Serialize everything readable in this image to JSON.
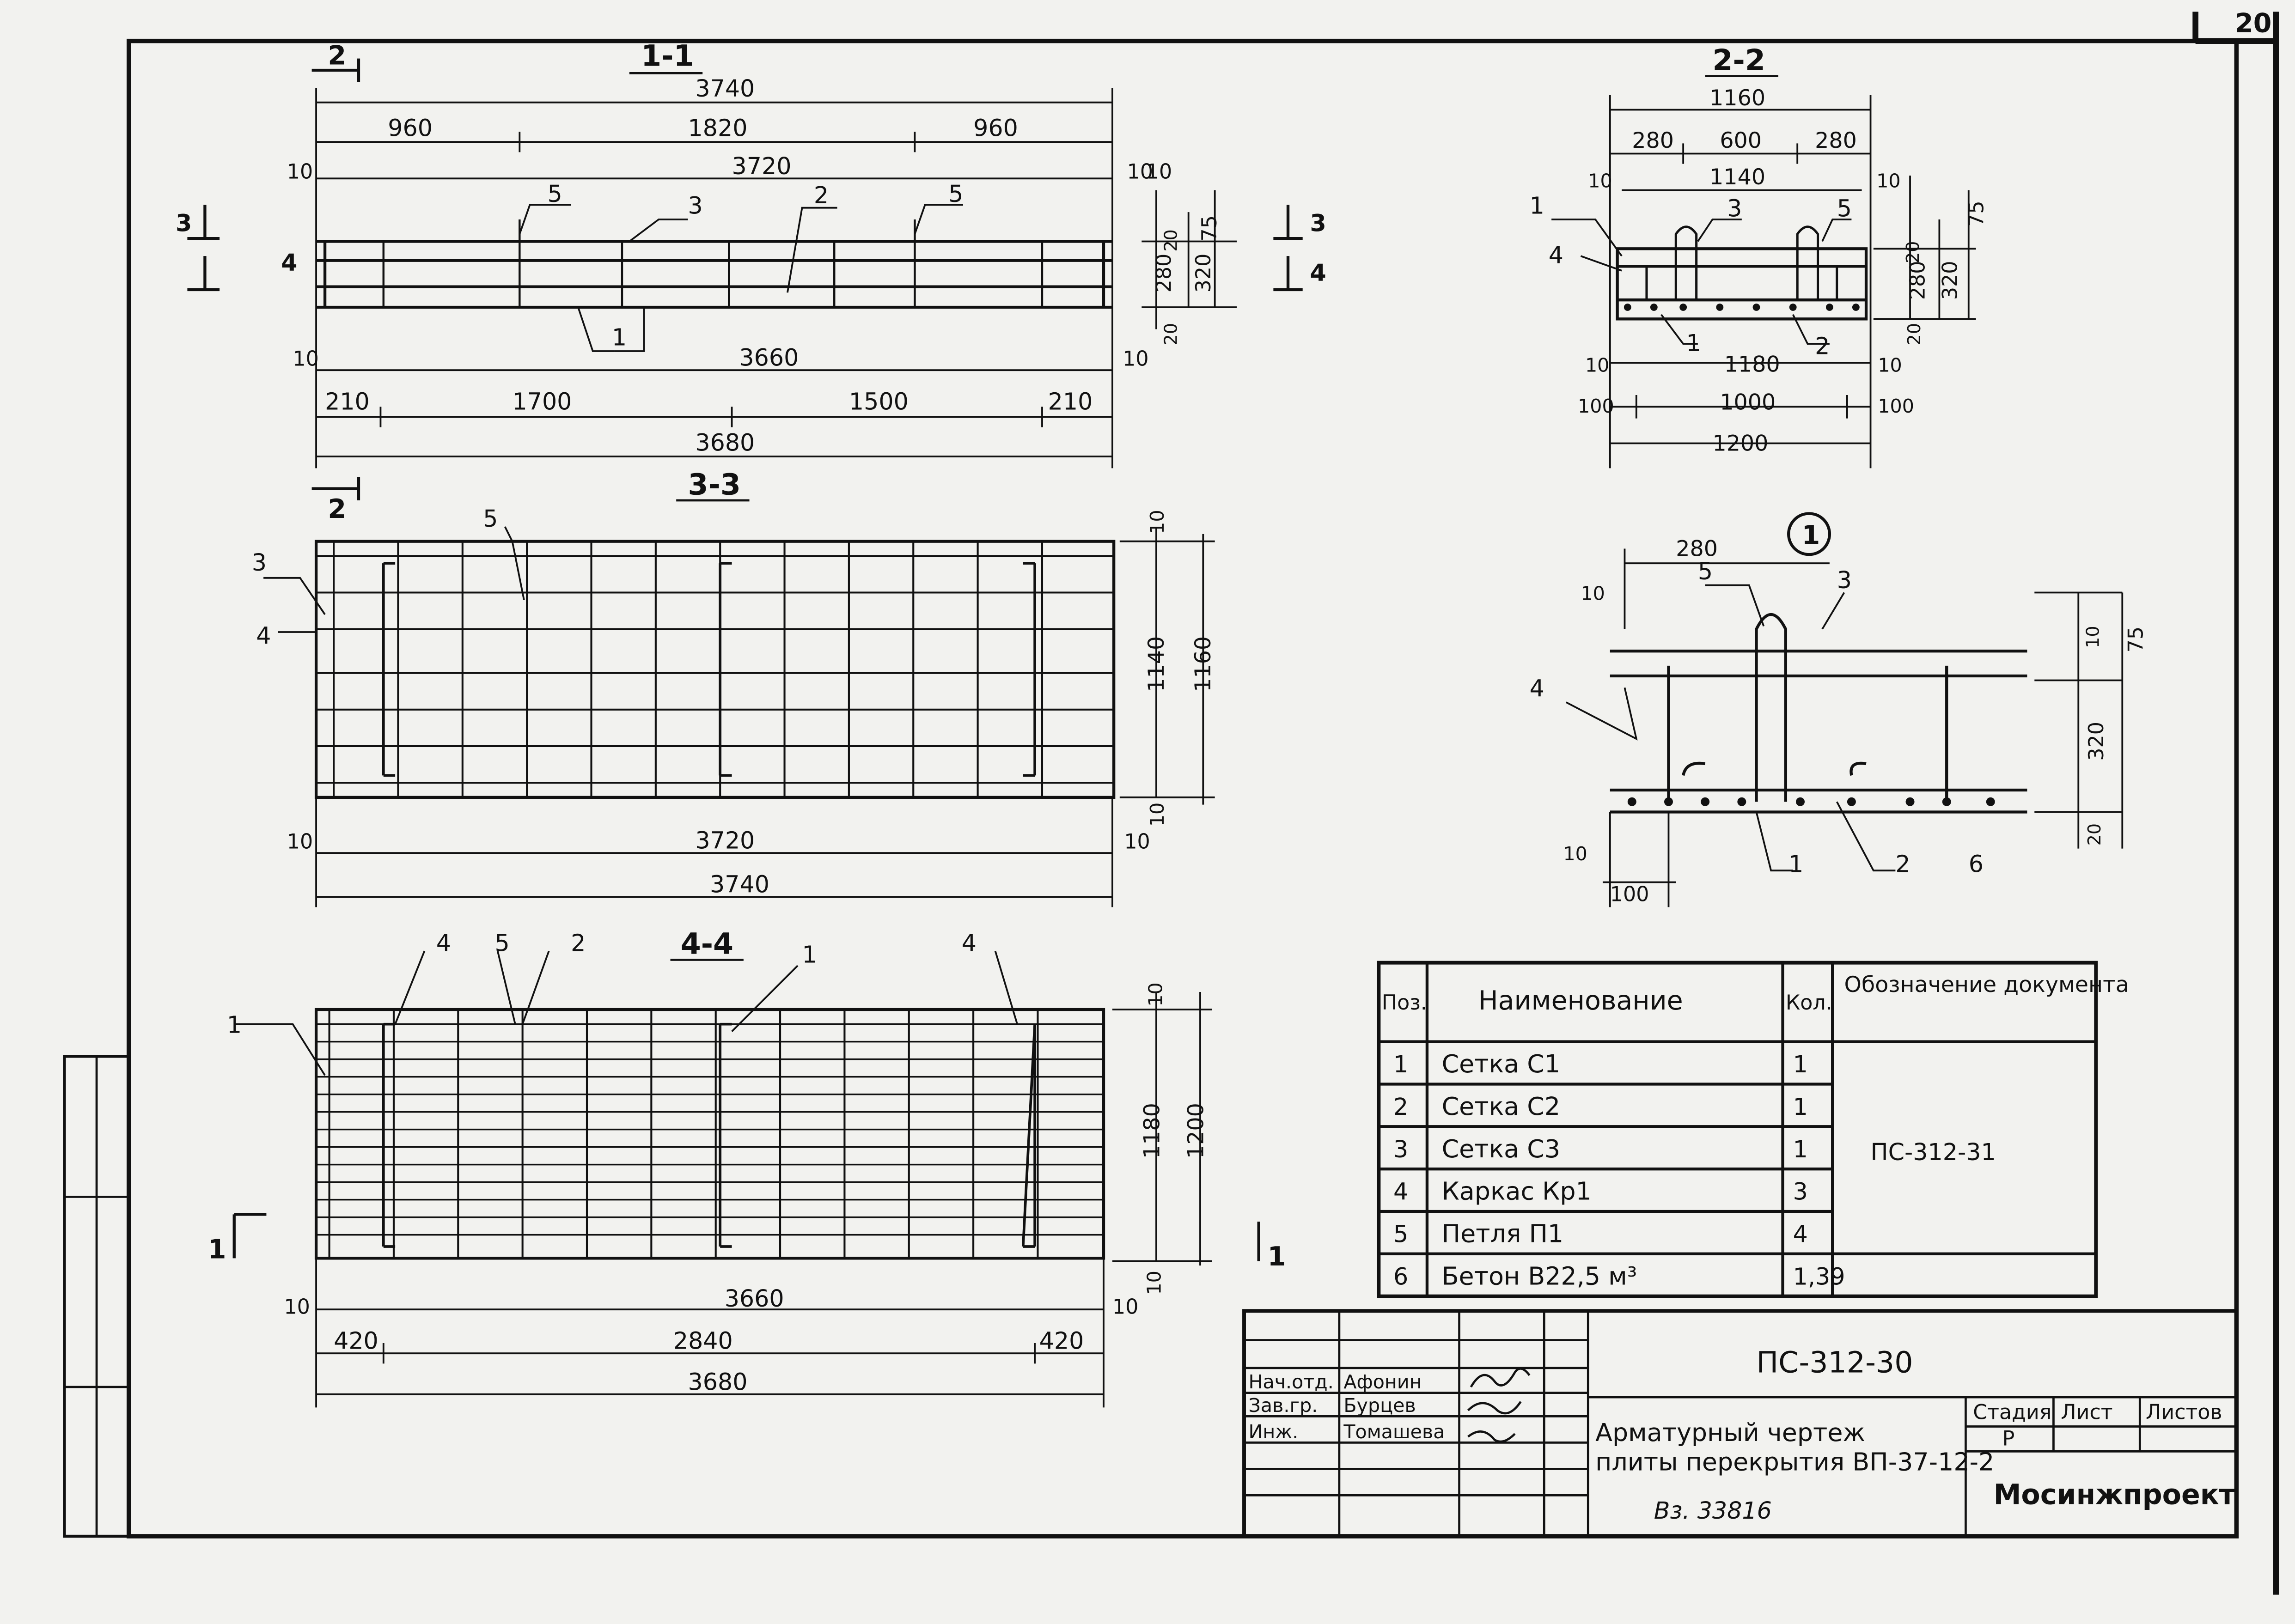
{
  "sheet_number": "20",
  "sections": {
    "s1": {
      "label": "1-1",
      "cut_label_left": "2",
      "cut_label_bottom": "2",
      "cut_marks_side": [
        "3",
        "4"
      ],
      "cut_marks_right": [
        "3",
        "4"
      ],
      "dims_top": [
        "3740",
        "960",
        "1820",
        "960",
        "3720"
      ],
      "dims_side": [
        "10",
        "10"
      ],
      "dims_right": [
        "10",
        "75",
        "280",
        "320",
        "20",
        "20"
      ],
      "dims_bottom": [
        "10",
        "3660",
        "10",
        "210",
        "1700",
        "1500",
        "210",
        "3680"
      ],
      "callouts": [
        "5",
        "3",
        "2",
        "5",
        "1"
      ]
    },
    "s2": {
      "label": "2-2",
      "dims_top": [
        "1160",
        "280",
        "600",
        "280",
        "10",
        "1140",
        "10"
      ],
      "dims_right": [
        "75",
        "20",
        "320",
        "280",
        "20"
      ],
      "dims_bottom": [
        "10",
        "1180",
        "10",
        "100",
        "1000",
        "100",
        "1200"
      ],
      "callouts": [
        "1",
        "4",
        "3",
        "5",
        "1",
        "2"
      ]
    },
    "s3": {
      "label": "3-3",
      "dims_right": [
        "10",
        "1140",
        "1160",
        "10",
        "10"
      ],
      "dims_bottom": [
        "10",
        "3720",
        "10",
        "3740"
      ],
      "callouts": [
        "3",
        "4",
        "5"
      ]
    },
    "s4": {
      "label": "4-4",
      "dims_right": [
        "10",
        "1180",
        "1200",
        "10",
        "10"
      ],
      "dims_bottom": [
        "10",
        "3660",
        "10",
        "420",
        "2840",
        "420",
        "3680"
      ],
      "callouts": [
        "4",
        "5",
        "2",
        "1",
        "4",
        "1"
      ],
      "cut_marks": [
        "1",
        "1"
      ]
    },
    "detail": {
      "label": "1",
      "dims": [
        "280",
        "10",
        "10",
        "75",
        "320",
        "20",
        "10",
        "100"
      ],
      "callouts": [
        "5",
        "3",
        "4",
        "1",
        "2",
        "6"
      ]
    }
  },
  "spec_table": {
    "headers": {
      "pos": "Поз.",
      "name": "Наименование",
      "qty": "Кол.",
      "doc": "Обозначение документа"
    },
    "rows": [
      {
        "pos": "1",
        "name": "Сетка С1",
        "qty": "1"
      },
      {
        "pos": "2",
        "name": "Сетка С2",
        "qty": "1"
      },
      {
        "pos": "3",
        "name": "Сетка С3",
        "qty": "1"
      },
      {
        "pos": "4",
        "name": "Каркас Кр1",
        "qty": "3"
      },
      {
        "pos": "5",
        "name": "Петля П1",
        "qty": "4"
      },
      {
        "pos": "6",
        "name": "Бетон В22,5  м³",
        "qty": "1,39"
      }
    ],
    "doc_ref": "ПС-312-31"
  },
  "title_block": {
    "code": "ПС-312-30",
    "staff": [
      {
        "role": "Нач.отд.",
        "name": "Афонин"
      },
      {
        "role": "Зав.гр.",
        "name": "Бурцев"
      },
      {
        "role": "Инж.",
        "name": "Томашева"
      }
    ],
    "title_line1": "Арматурный чертеж",
    "title_line2": "плиты перекрытия ВП-37-12-2",
    "headers": {
      "stage": "Стадия",
      "sheet": "Лист",
      "sheets": "Листов"
    },
    "values": {
      "stage": "Р",
      "sheet": "",
      "sheets": ""
    },
    "org": "Мосинжпроект",
    "handwritten_note": "Вз. 33816"
  }
}
